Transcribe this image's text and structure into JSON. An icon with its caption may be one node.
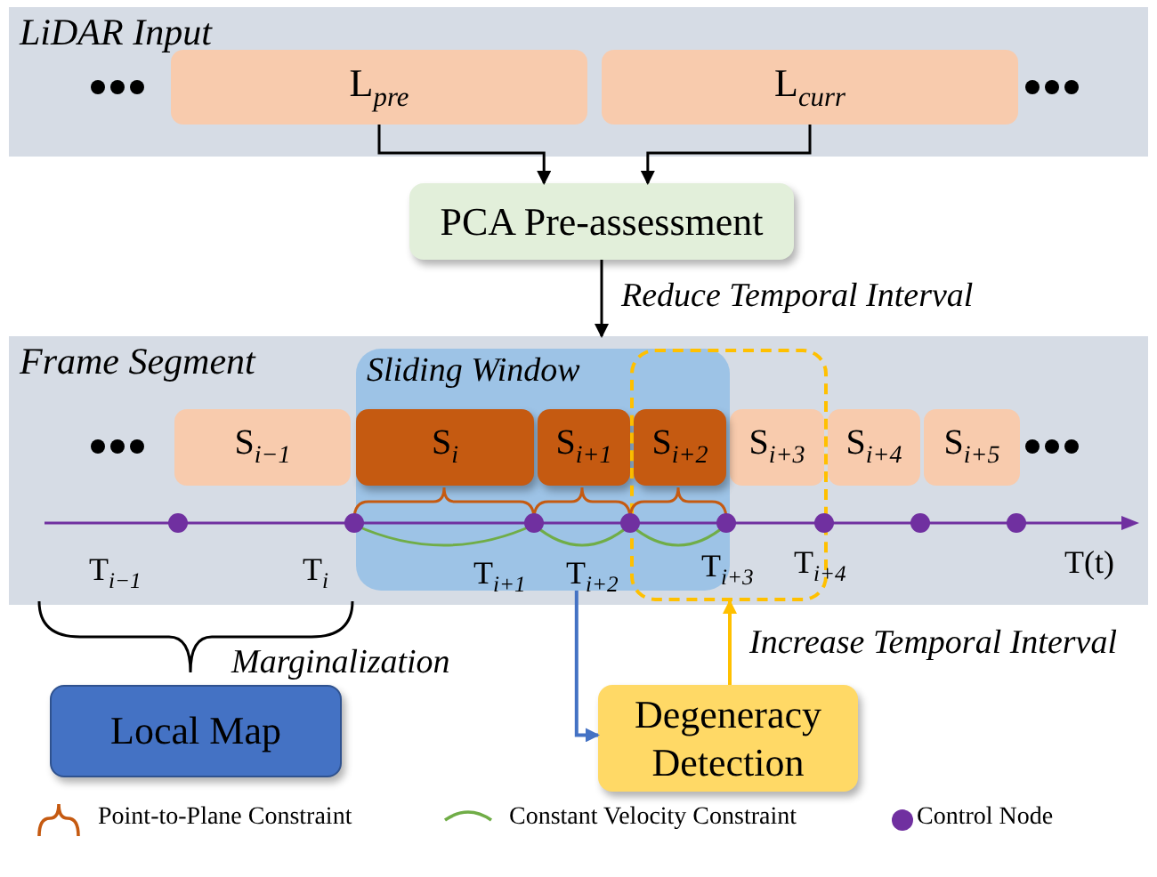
{
  "diagram": {
    "nodes": [
      {
        "text": [
          "LiDAR Input"
        ]
      },
      {
        "text": [
          "L$_{pre}$"
        ],
        "in": 0
      },
      {
        "text": [
          "L$_{curr}$"
        ],
        "in": 0
      },
      {
        "text": [
          "PCA Pre-assessment"
        ]
      },
      {
        "text": [
          "Frame Segment"
        ]
      },
      {
        "text": [
          "Sliding Window"
        ],
        "in": 4
      },
      {
        "text": [
          "S$_{i−1}$"
        ],
        "in": 4
      },
      {
        "text": [
          "S$_{i}$"
        ],
        "in": 5
      },
      {
        "text": [
          "S$_{i+1}$"
        ],
        "in": 5
      },
      {
        "text": [
          "S$_{i+2}$"
        ]
      },
      {
        "text": [
          "S$_{i+3}$"
        ],
        "in": 13
      },
      {
        "text": [
          "S$_{i+4}$"
        ],
        "in": 4
      },
      {
        "text": [
          "S$_{i+5}$"
        ],
        "in": 4
      },
      {
        "text": [],
        "shape": "box",
        "in": 4
      },
      {
        "text": [
          "Local Map"
        ]
      },
      {
        "text": [
          "Degeneracy Detection"
        ]
      }
    ],
    "edges": [
      {
        "from": 1,
        "to": 3,
        "arrow": "to"
      },
      {
        "from": 2,
        "to": 3,
        "arrow": "to"
      },
      {
        "from": 3,
        "to": 4,
        "arrow": "to",
        "label": "Reduce Temporal Interval"
      },
      {
        "from": 5,
        "to": 15,
        "arrow": "to",
        "color": "#4472c4"
      },
      {
        "from": 15,
        "to": 13,
        "arrow": "to",
        "color": "#ffc000",
        "label": "Increase Temporal Interval"
      }
    ],
    "labels": [
      "T$_{i−1}$",
      "T$_{i}$",
      "T$_{i+1}$",
      "T$_{i+2}$",
      "T$_{i+3}$",
      "T$_{i+4}$",
      "T(t)",
      "Marginalization"
    ],
    "legend": [
      {
        "text": "Point-to-Plane Constraint"
      },
      {
        "text": "Constant Velocity Constraint"
      },
      {
        "text": "Control Node",
        "color": "#7030a0"
      }
    ]
  }
}
